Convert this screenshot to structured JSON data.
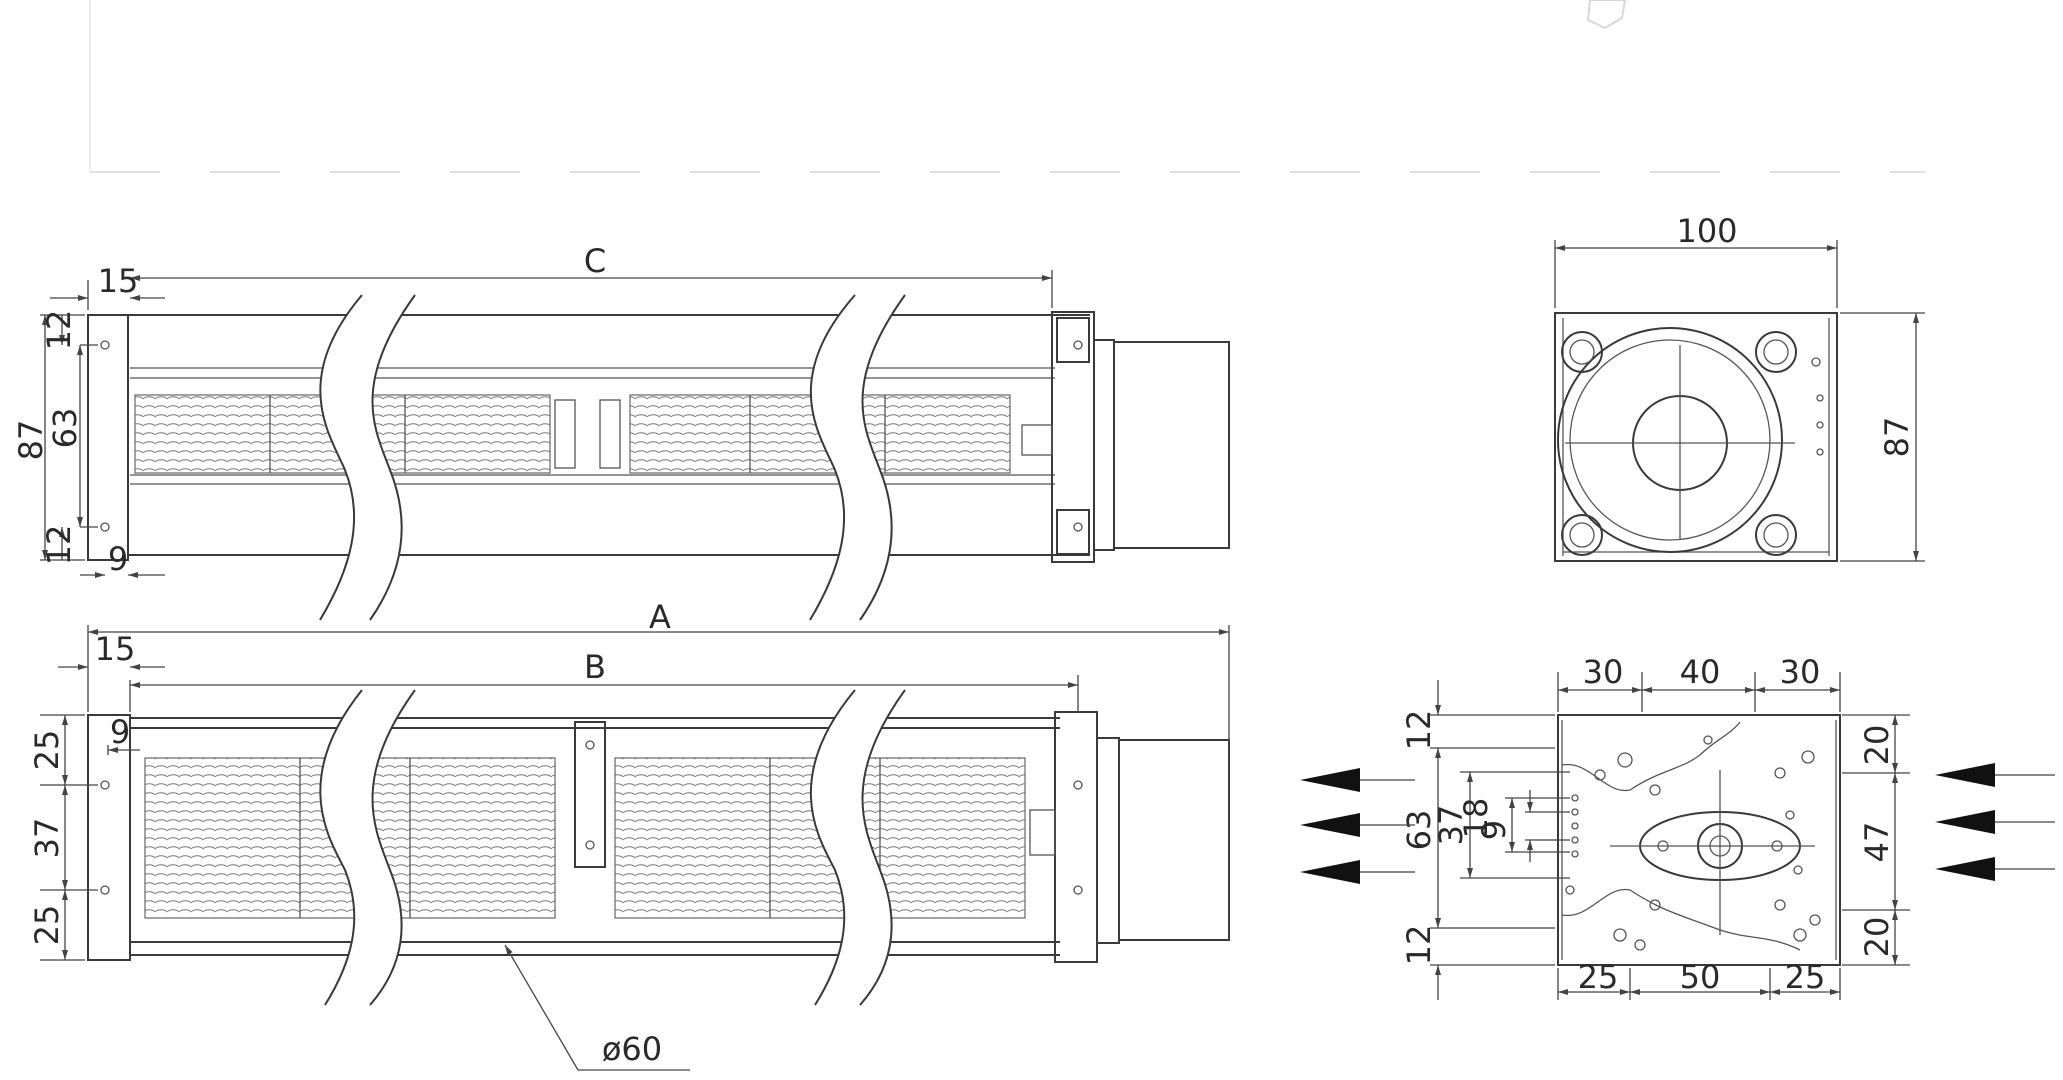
{
  "dimensions": {
    "top_view": {
      "c": "C",
      "left_offset": "15",
      "height_total": "87",
      "inner_height": "63",
      "top_margin": "12",
      "bottom_margin": "12",
      "bottom_offset": "9"
    },
    "front_view": {
      "a": "A",
      "b": "B",
      "left_offset": "15",
      "bracket_offset": "9",
      "upper": "25",
      "middle": "37",
      "lower": "25",
      "diameter": "ø60"
    },
    "end_view": {
      "width": "100",
      "height": "87"
    },
    "outlet_view": {
      "w_left": "30",
      "w_mid": "40",
      "w_right": "30",
      "b_left": "25",
      "b_mid": "50",
      "b_right": "25",
      "top_margin": "12",
      "opening": "63",
      "bottom_margin": "12",
      "h37": "37",
      "h18": "18",
      "h9": "9",
      "r_top": "20",
      "r_mid": "47",
      "r_bot": "20"
    }
  }
}
